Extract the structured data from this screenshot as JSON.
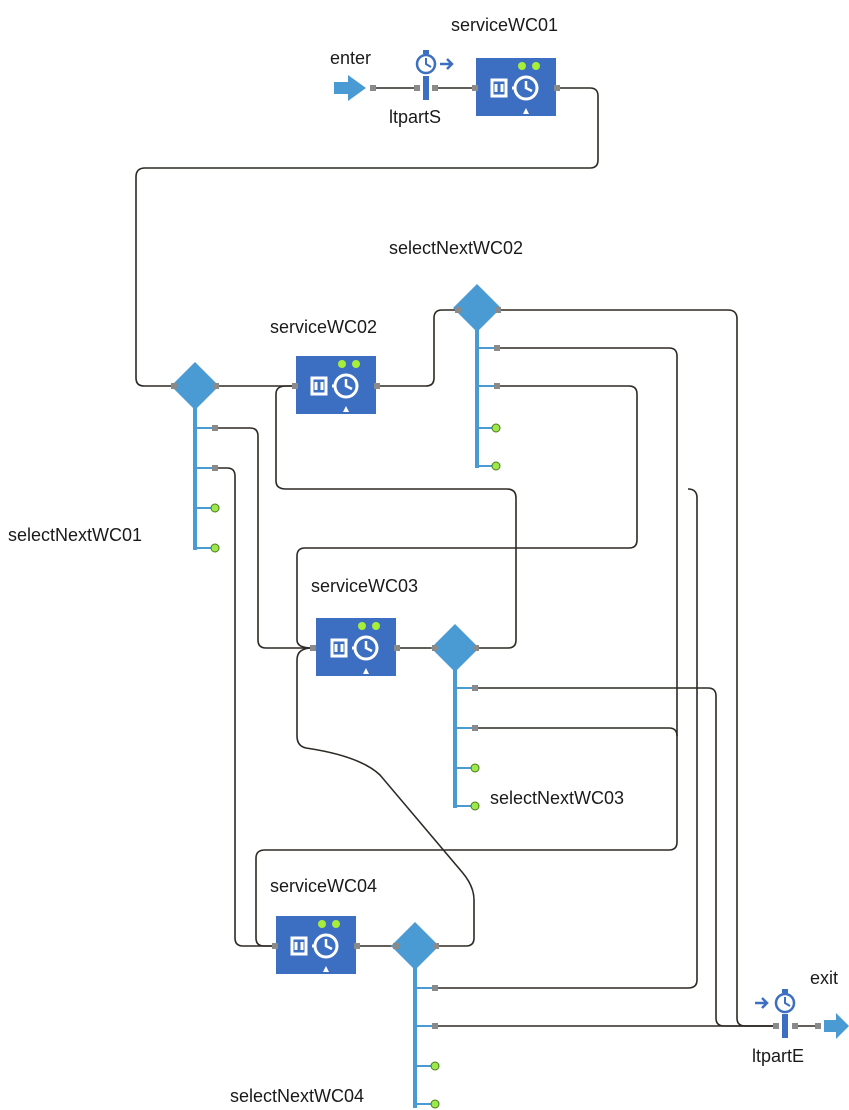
{
  "diagram": {
    "labels": {
      "enter": "enter",
      "exit": "exit",
      "time_start": "ltpartS",
      "time_end": "ltpartE",
      "service_1": "serviceWC01",
      "service_2": "serviceWC02",
      "service_3": "serviceWC03",
      "service_4": "serviceWC04",
      "select_1": "selectNextWC01",
      "select_2": "selectNextWC02",
      "select_3": "selectNextWC03",
      "select_4": "selectNextWC04"
    },
    "colors": {
      "service_block": "#3c6fc1",
      "select_block": "#4a9ad4",
      "connector": "#2e2a25",
      "port": "#8a8a8a",
      "free_port": "#9ce84a",
      "indicator": "#a6ee3a"
    },
    "icons": {
      "service": "clock-resource-icon",
      "select": "diamond-select-icon",
      "enter": "arrow-right-icon",
      "exit": "arrow-right-icon",
      "time_measure": "stopwatch-icon"
    }
  }
}
